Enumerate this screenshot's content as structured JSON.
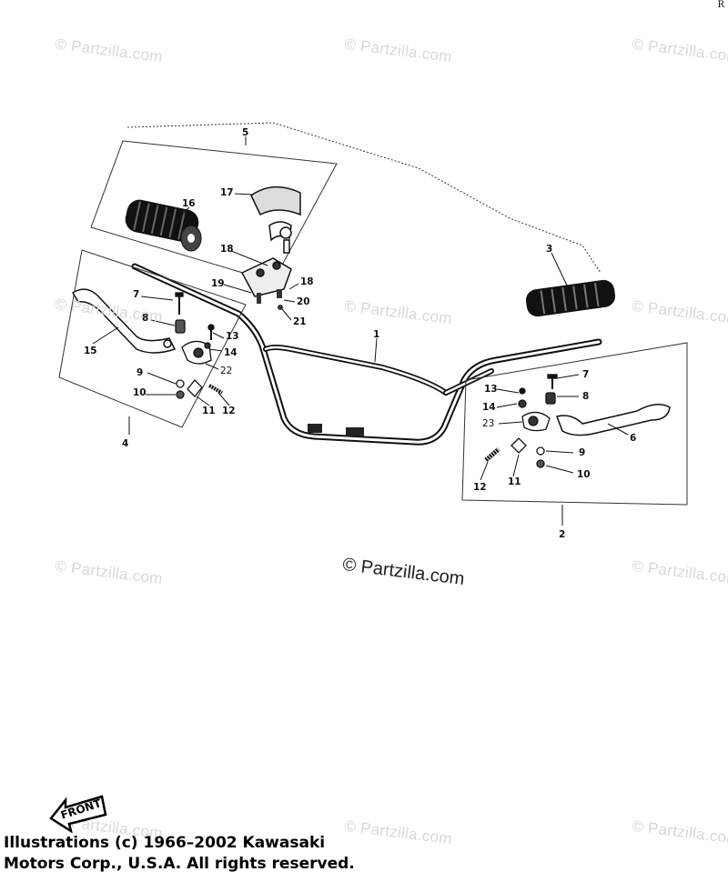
{
  "corner_mark": "R",
  "watermark": {
    "main_text": "© Partzilla.com",
    "repeat_text": "© Partzilla.com"
  },
  "callouts": {
    "c1": "1",
    "c2": "2",
    "c3": "3",
    "c4": "4",
    "c5": "5",
    "c6": "6",
    "c7_left": "7",
    "c7_right": "7",
    "c8_left": "8",
    "c8_right": "8",
    "c9_left": "9",
    "c9_right": "9",
    "c10_left": "10",
    "c10_right": "10",
    "c11_left": "11",
    "c11_right": "11",
    "c12_left": "12",
    "c12_right": "12",
    "c13_left": "13",
    "c13_right": "13",
    "c14_left": "14",
    "c14_right": "14",
    "c15": "15",
    "c16": "16",
    "c17": "17",
    "c18_a": "18",
    "c18_b": "18",
    "c19": "19",
    "c20": "20",
    "c21": "21",
    "c22": "22",
    "c23": "23"
  },
  "front_label": "FRONT",
  "copyright": "Illustrations (c) 1966–2002 Kawasaki\nMotors Corp., U.S.A.  All rights reserved."
}
